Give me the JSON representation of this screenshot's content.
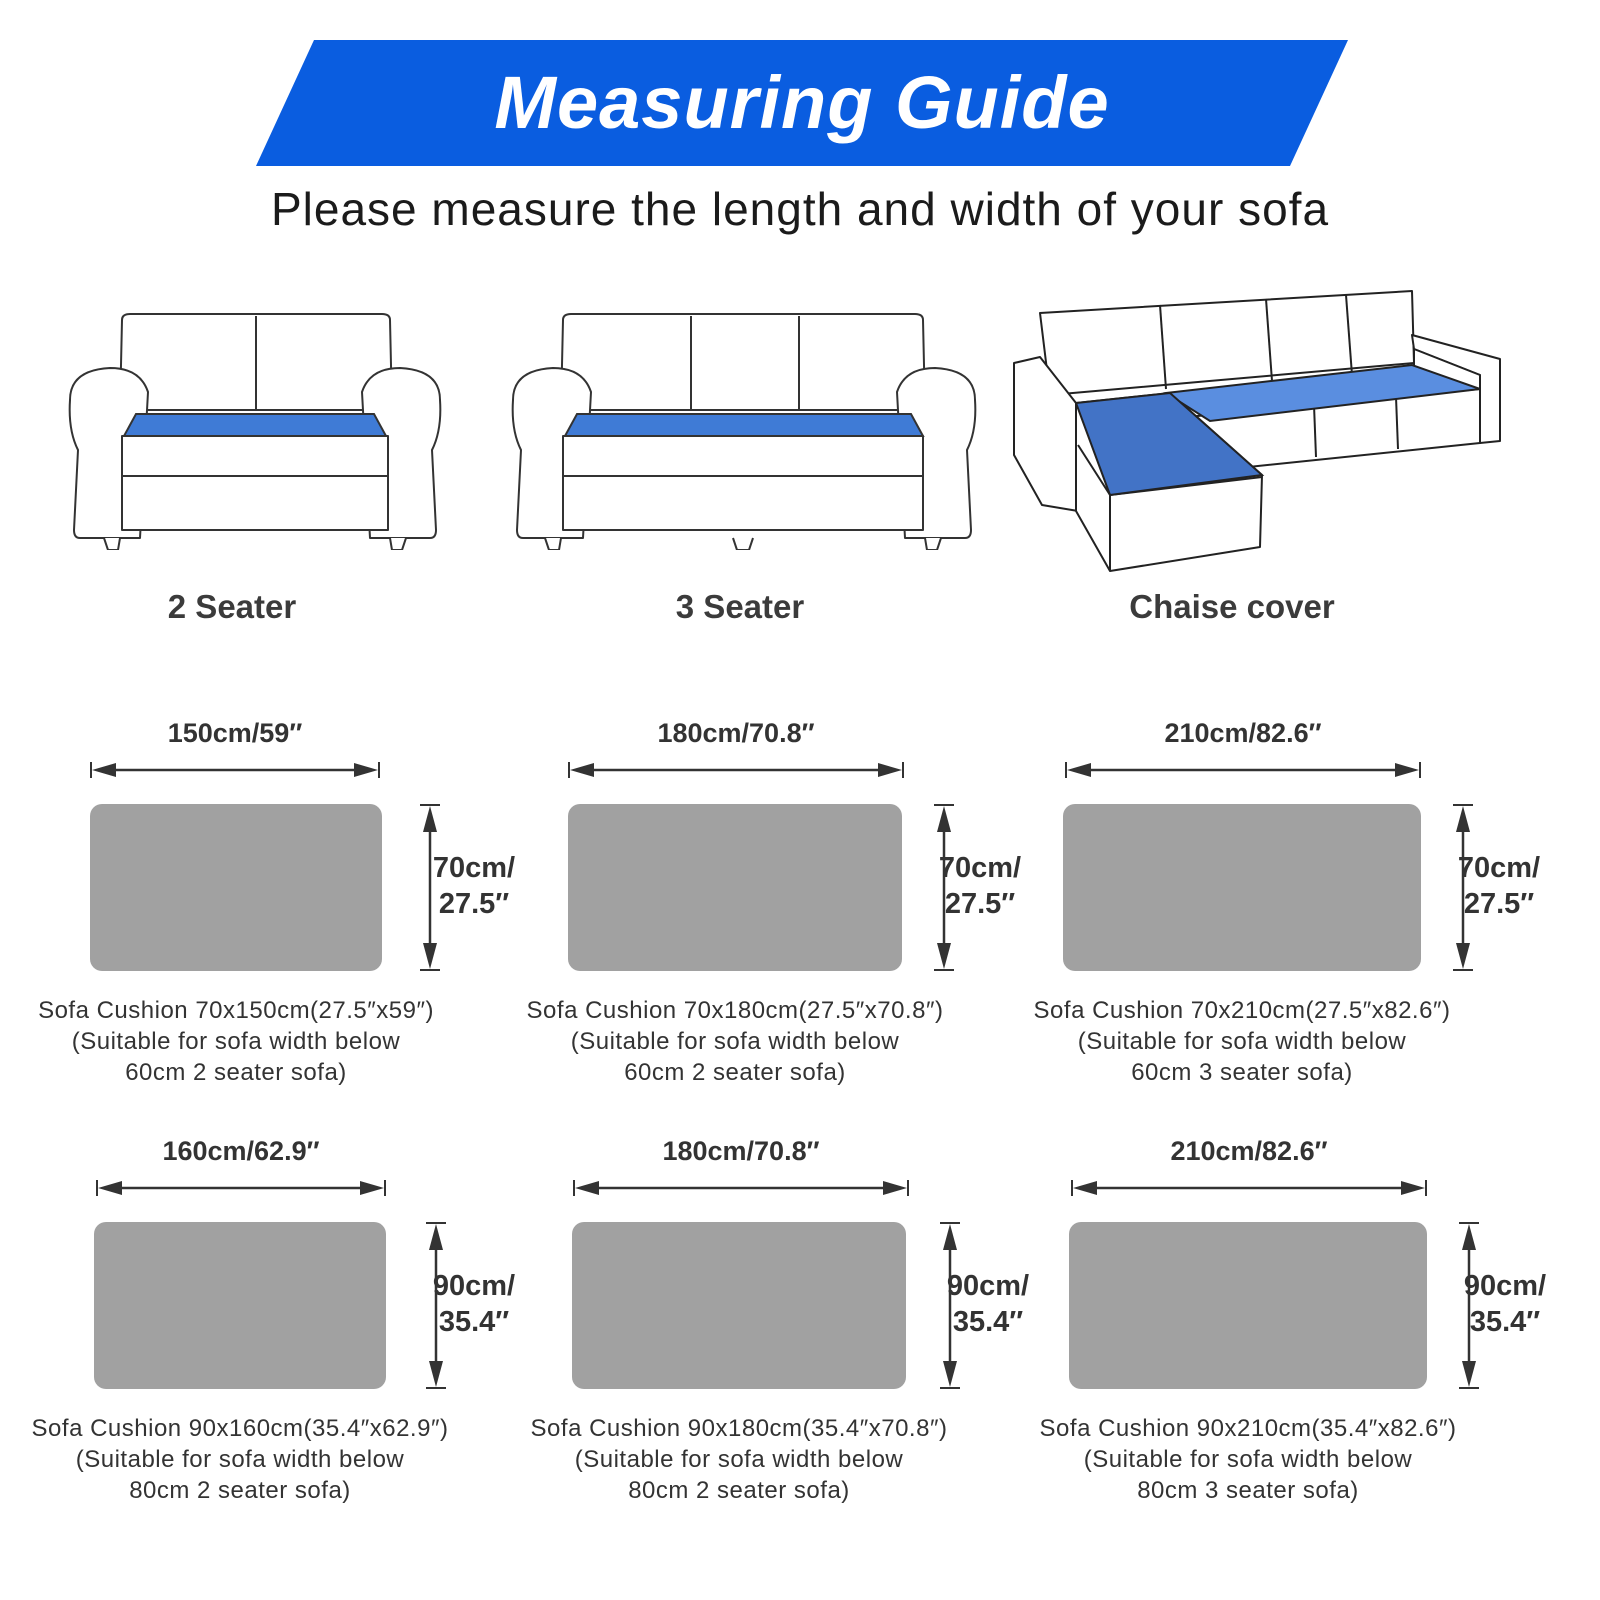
{
  "header": {
    "title": "Measuring Guide",
    "subtitle": "Please measure the length and width of your sofa",
    "banner_color": "#0a5de0"
  },
  "sofas": [
    {
      "label": "2 Seater"
    },
    {
      "label": "3 Seater"
    },
    {
      "label": "Chaise cover"
    }
  ],
  "accent_color": "#3f7bd6",
  "cushions": [
    {
      "width": "150cm/59″",
      "height_line1": "70cm/",
      "height_line2": "27.5″",
      "caption1": "Sofa Cushion 70x150cm(27.5″x59″)",
      "caption2": "(Suitable for sofa width below",
      "caption3": "60cm 2 seater sofa)"
    },
    {
      "width": "180cm/70.8″",
      "height_line1": "70cm/",
      "height_line2": "27.5″",
      "caption1": "Sofa Cushion 70x180cm(27.5″x70.8″)",
      "caption2": "(Suitable for sofa width below",
      "caption3": "60cm 2 seater sofa)"
    },
    {
      "width": "210cm/82.6″",
      "height_line1": "70cm/",
      "height_line2": "27.5″",
      "caption1": "Sofa Cushion 70x210cm(27.5″x82.6″)",
      "caption2": "(Suitable for sofa width below",
      "caption3": "60cm 3 seater sofa)"
    },
    {
      "width": "160cm/62.9″",
      "height_line1": "90cm/",
      "height_line2": "35.4″",
      "caption1": "Sofa Cushion 90x160cm(35.4″x62.9″)",
      "caption2": "(Suitable for sofa width below",
      "caption3": "80cm 2 seater sofa)"
    },
    {
      "width": "180cm/70.8″",
      "height_line1": "90cm/",
      "height_line2": "35.4″",
      "caption1": "Sofa Cushion 90x180cm(35.4″x70.8″)",
      "caption2": "(Suitable for sofa width below",
      "caption3": "80cm 2 seater sofa)"
    },
    {
      "width": "210cm/82.6″",
      "height_line1": "90cm/",
      "height_line2": "35.4″",
      "caption1": "Sofa Cushion 90x210cm(35.4″x82.6″)",
      "caption2": "(Suitable for sofa width below",
      "caption3": "80cm 3 seater sofa)"
    }
  ]
}
